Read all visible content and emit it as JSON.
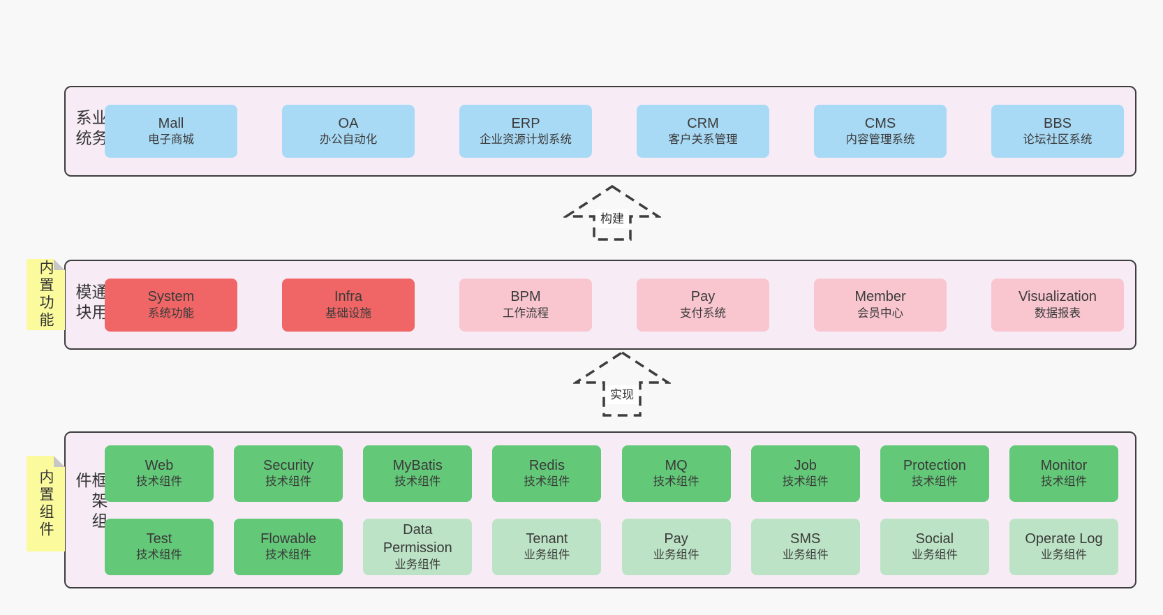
{
  "diagram": {
    "arrows": {
      "build": "构建",
      "implement": "实现"
    },
    "colors": {
      "page_bg": "#f8f8f8",
      "panel_bg": "#f7ecf6",
      "panel_border": "#3d3d3d",
      "business_box_blue": "#a9daf5",
      "core_module_red": "#f06565",
      "optional_module_pink": "#f9c6d0",
      "tech_component_green": "#63c878",
      "biz_component_light_green": "#bce3c5",
      "note_yellow": "#fbfb9e",
      "text": "#3a3a3a"
    },
    "panels": {
      "business": {
        "label": "业务系统",
        "boxes": [
          {
            "title": "Mall",
            "subtitle": "电子商城"
          },
          {
            "title": "OA",
            "subtitle": "办公自动化"
          },
          {
            "title": "ERP",
            "subtitle": "企业资源计划系统"
          },
          {
            "title": "CRM",
            "subtitle": "客户关系管理"
          },
          {
            "title": "CMS",
            "subtitle": "内容管理系统"
          },
          {
            "title": "BBS",
            "subtitle": "论坛社区系统"
          }
        ]
      },
      "common": {
        "label": "通用模块",
        "note": "内置功能",
        "boxes": [
          {
            "title": "System",
            "subtitle": "系统功能"
          },
          {
            "title": "Infra",
            "subtitle": "基础设施"
          },
          {
            "title": "BPM",
            "subtitle": "工作流程"
          },
          {
            "title": "Pay",
            "subtitle": "支付系统"
          },
          {
            "title": "Member",
            "subtitle": "会员中心"
          },
          {
            "title": "Visualization",
            "subtitle": "数据报表"
          }
        ]
      },
      "framework": {
        "label": "框架组件",
        "note": "内置组件",
        "row1": [
          {
            "title": "Web",
            "subtitle": "技术组件"
          },
          {
            "title": "Security",
            "subtitle": "技术组件"
          },
          {
            "title": "MyBatis",
            "subtitle": "技术组件"
          },
          {
            "title": "Redis",
            "subtitle": "技术组件"
          },
          {
            "title": "MQ",
            "subtitle": "技术组件"
          },
          {
            "title": "Job",
            "subtitle": "技术组件"
          },
          {
            "title": "Protection",
            "subtitle": "技术组件"
          },
          {
            "title": "Monitor",
            "subtitle": "技术组件"
          }
        ],
        "row2": [
          {
            "title": "Test",
            "subtitle": "技术组件"
          },
          {
            "title": "Flowable",
            "subtitle": "技术组件"
          },
          {
            "title": "Data Permission",
            "subtitle": "业务组件"
          },
          {
            "title": "Tenant",
            "subtitle": "业务组件"
          },
          {
            "title": "Pay",
            "subtitle": "业务组件"
          },
          {
            "title": "SMS",
            "subtitle": "业务组件"
          },
          {
            "title": "Social",
            "subtitle": "业务组件"
          },
          {
            "title": "Operate Log",
            "subtitle": "业务组件"
          }
        ]
      }
    }
  }
}
